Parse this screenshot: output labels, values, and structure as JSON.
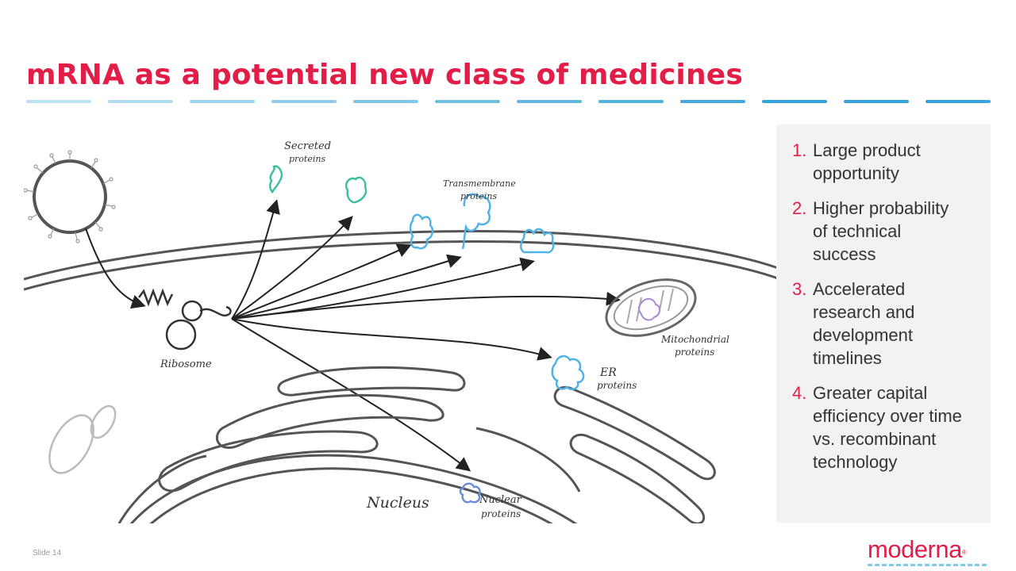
{
  "slide": {
    "title": "mRNA as a potential new class of medicines",
    "footer": "Slide 14",
    "logo": "moderna",
    "logo_mark": "®"
  },
  "illustration": {
    "labels": {
      "secreted": [
        "Secreted",
        "proteins"
      ],
      "transmembrane": [
        "Transmembrane",
        "proteins"
      ],
      "mitochondrial": [
        "Mitochondrial",
        "proteins"
      ],
      "er": [
        "ER",
        "proteins"
      ],
      "nuclear": [
        "Nuclear",
        "proteins"
      ],
      "ribosome": "Ribosome",
      "nucleus": "Nucleus"
    }
  },
  "benefits": [
    {
      "number": "1.",
      "lines": [
        "Large product",
        "opportunity"
      ]
    },
    {
      "number": "2.",
      "lines": [
        "Higher probability",
        "of technical",
        "success"
      ]
    },
    {
      "number": "3.",
      "lines": [
        "Accelerated",
        "research and",
        "development",
        "timelines"
      ]
    },
    {
      "number": "4.",
      "lines": [
        "Greater capital",
        "efficiency over time",
        "vs. recombinant",
        "technology"
      ]
    }
  ],
  "colors": {
    "title_red": "#e11d48",
    "rule_blue": "#3aa3d6",
    "secreted_protein": "#3fbf9f",
    "membrane_protein": "#4fb3e6",
    "nuclear_protein": "#6a8fd8",
    "mito_protein": "#a78bd9"
  }
}
